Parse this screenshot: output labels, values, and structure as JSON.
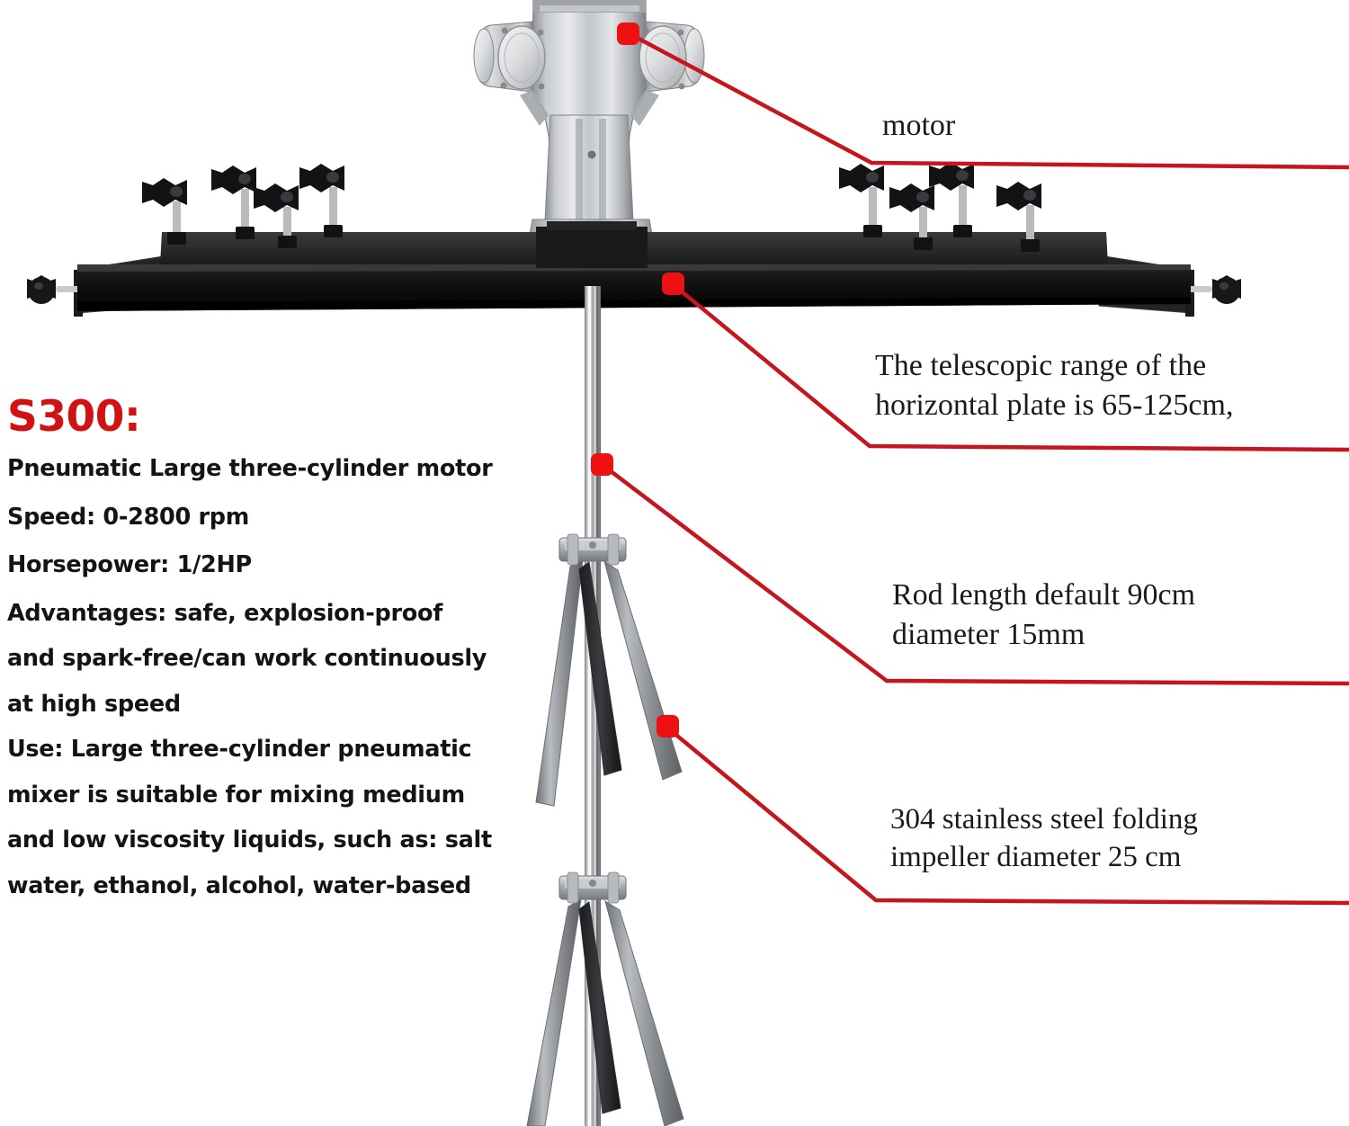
{
  "product": {
    "model_title": "S300:",
    "title_color": "#d11212",
    "accent_color": "#e01010",
    "spec_lines": [
      "Pneumatic Large three-cylinder motor",
      "Speed: 0-2800 rpm",
      "Horsepower: 1/2HP",
      "Advantages: safe, explosion-proof",
      "and spark-free/can work continuously",
      "at high speed",
      "Use: Large three-cylinder pneumatic",
      "mixer is suitable for mixing medium",
      "and low viscosity liquids, such as: salt",
      "water, ethanol, alcohol, water-based"
    ]
  },
  "callouts": [
    {
      "id": "motor",
      "lines": [
        "motor"
      ]
    },
    {
      "id": "telescopic-range",
      "lines": [
        "The telescopic range of the",
        "horizontal plate is 65-125cm,"
      ]
    },
    {
      "id": "rod-length",
      "lines": [
        "Rod length default 90cm",
        "diameter 15mm"
      ]
    },
    {
      "id": "impeller",
      "lines": [
        "304 stainless steel folding",
        "impeller diameter 25 cm"
      ]
    }
  ],
  "illustration": {
    "parts": {
      "motor_body": "three-cylinder pneumatic motor",
      "horizontal_plate": "black telescopic horizontal plate",
      "shaft": "stainless steel rod",
      "impeller_upper": "304 stainless steel folding impeller",
      "impeller_lower": "304 stainless steel folding impeller",
      "knobs": "star knob clamps"
    }
  }
}
